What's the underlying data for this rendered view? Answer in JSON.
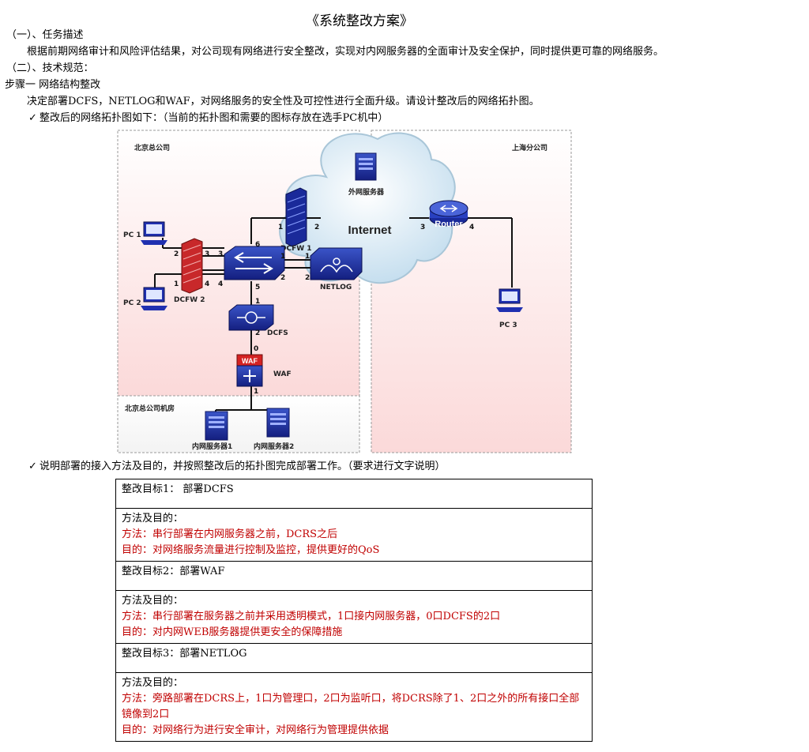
{
  "doc": {
    "title": "《系统整改方案》",
    "sec1_heading": "（一）、任务描述",
    "sec1_text": "根据前期网络审计和风险评估结果，对公司现有网络进行安全整改，实现对内网服务器的全面审计及安全保护，同时提供更可靠的网络服务。",
    "sec2_heading": "（二）、技术规范：",
    "step1_heading": "步骤一  网络结构整改",
    "step1_text": "决定部署DCFS，NETLOG和WAF，对网络服务的安全性及可控性进行全面升级。请设计整改后的网络拓扑图。",
    "check_mark": "✓",
    "bullet1": "整改后的网络拓扑图如下：（当前的拓扑图和需要的图标存放在选手PC机中）",
    "bullet2": "说明部署的接入方法及目的，并按照整改后的拓扑图完成部署工作。（要求进行文字说明）"
  },
  "diagram": {
    "beijing_label": "北京总公司",
    "shanghai_label": "上海分公司",
    "datacenter_label": "北京总公司机房",
    "internet_label": "Internet",
    "ext_server_label": "外网服务器",
    "router_label": "Router",
    "pc1_label": "PC 1",
    "pc2_label": "PC 2",
    "pc3_label": "PC 3",
    "dcfw1_label": "DCFW 1",
    "dcfw2_label": "DCFW 2",
    "netlog_label": "NETLOG",
    "dcfs_label": "DCFS",
    "waf_label": "WAF",
    "waf_badge": "WAF",
    "srv1_label": "内网服务器1",
    "srv2_label": "内网服务器2",
    "ports": {
      "pc1_fw2": "2",
      "fw2_sw": "3",
      "sw_left_up": "3",
      "pc2_fw2": "1",
      "fw2_sw_low": "4",
      "sw_left_low": "4",
      "sw_top": "6",
      "fw1_left": "1",
      "fw1_right": "2",
      "sw_right_up": "1",
      "netlog_up": "1",
      "sw_right_low": "2",
      "netlog_low": "2",
      "sw_bottom": "5",
      "dcfs_top": "1",
      "dcfs_bottom": "2",
      "waf_top": "0",
      "waf_bottom": "1",
      "router_left": "3",
      "router_right": "4"
    }
  },
  "plan": {
    "rows": [
      {
        "goal": "整改目标1： 部署DCFS",
        "method_title": "方法及目的：",
        "method": "方法：串行部署在内网服务器之前，DCRS之后",
        "purpose": "目的：对网络服务流量进行控制及监控，提供更好的QoS"
      },
      {
        "goal": "整改目标2：部署WAF",
        "method_title": "方法及目的：",
        "method": "方法：串行部署在服务器之前并采用透明模式，1口接内网服务器，0口DCFS的2口",
        "purpose": "目的：对内网WEB服务器提供更安全的保障措施"
      },
      {
        "goal": "整改目标3：部署NETLOG",
        "method_title": "方法及目的：",
        "method": "方法：旁路部署在DCRS上，1口为管理口，2口为监听口，将DCRS除了1、2口之外的所有接口全部镜像到2口",
        "purpose": "目的：对网络行为进行安全审计，对网络行为管理提供依据"
      }
    ]
  },
  "colors": {
    "zone_fill": "#fde4e4",
    "zone_border": "#9a9a9a",
    "cloud_fill": "#dfeef7",
    "device_blue": "#1a2a9a",
    "firewall_red": "#c8282a",
    "method_red": "#c00000"
  }
}
